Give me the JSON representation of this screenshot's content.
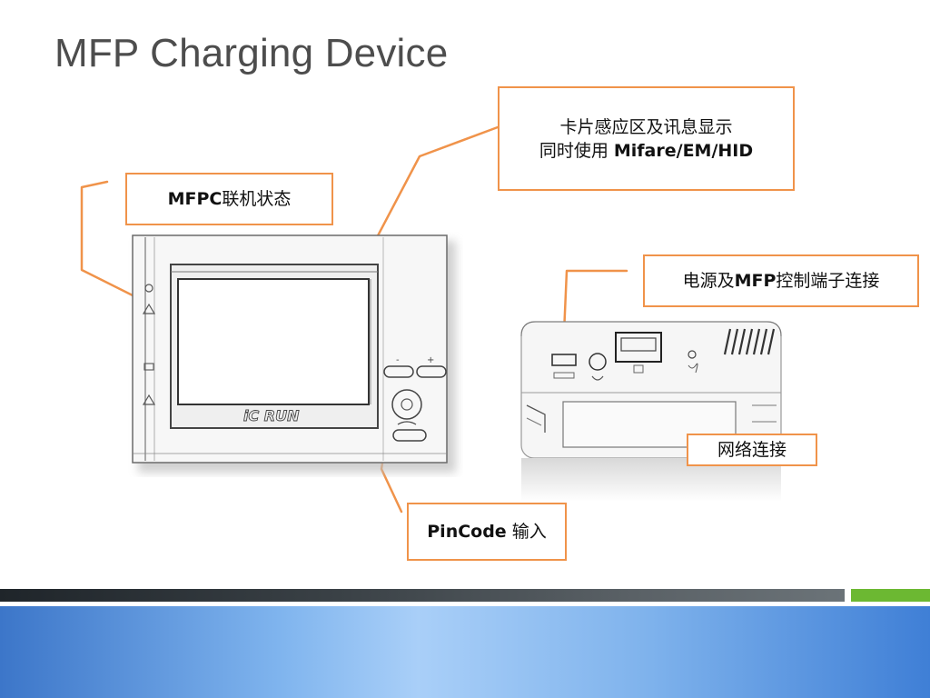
{
  "title": "MFP Charging Device",
  "callouts": {
    "card": {
      "line1": "卡片感应区及讯息显示",
      "line2_prefix": "同时使用 ",
      "line2_bold": "Mifare/EM/HID"
    },
    "status": {
      "bold": "MFPC",
      "text": "联机状态"
    },
    "power": {
      "text1": "电源及",
      "bold": "MFP",
      "text2": "控制端子连接"
    },
    "network": {
      "text": "网络连接"
    },
    "pincode": {
      "bold": "PinCode",
      "text": " 输入"
    }
  },
  "device": {
    "brand_text": "iC RUN"
  },
  "colors": {
    "callout_border": "#f0934a",
    "title": "#4d4d4d",
    "green_stripe": "#6cb832",
    "footer_blue": "#7fb4ee"
  }
}
